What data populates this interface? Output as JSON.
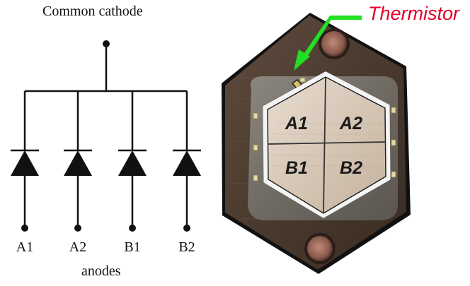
{
  "schematic": {
    "title": "Common cathode",
    "anodes": [
      {
        "label": "A1"
      },
      {
        "label": "A2"
      },
      {
        "label": "B1"
      },
      {
        "label": "B2"
      }
    ],
    "footer": "anodes"
  },
  "photo": {
    "callout": "Thermistor",
    "callout_color": "#e4002b",
    "arrow_color": "#22e022",
    "quadrants": [
      {
        "label": "A1"
      },
      {
        "label": "A2"
      },
      {
        "label": "B1"
      },
      {
        "label": "B2"
      }
    ]
  }
}
